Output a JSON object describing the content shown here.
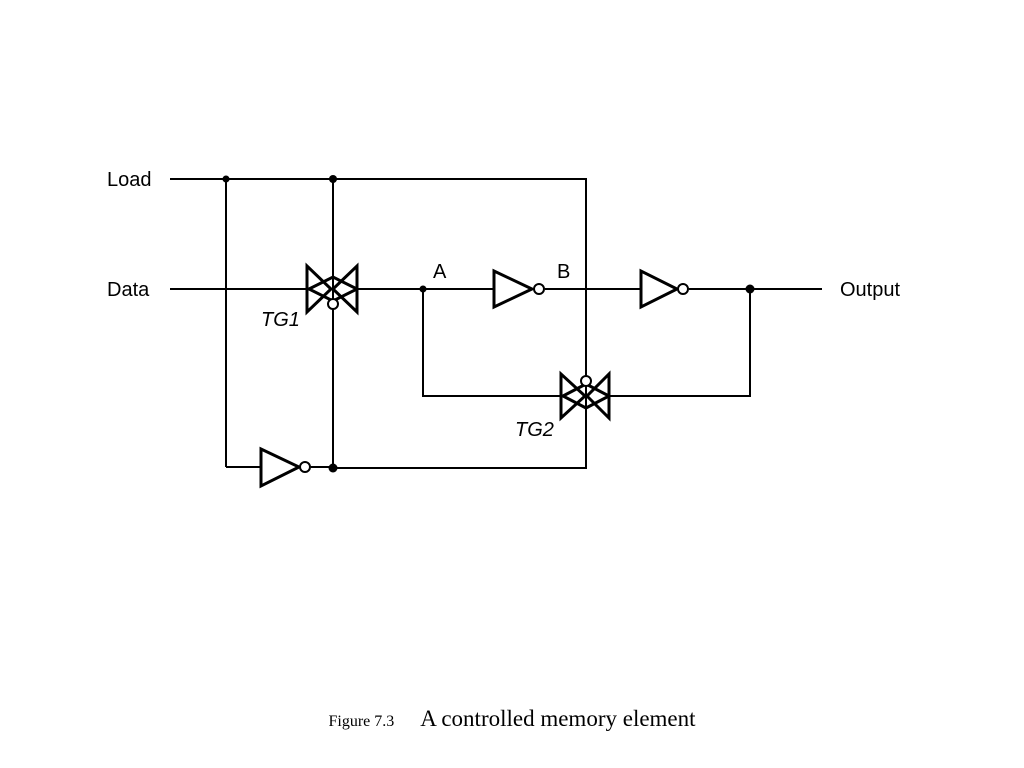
{
  "diagram": {
    "labels": {
      "load": "Load",
      "data": "Data",
      "output": "Output",
      "node_a": "A",
      "node_b": "B",
      "tg1": "TG1",
      "tg2": "TG2"
    },
    "colors": {
      "stroke": "#000000",
      "background": "#ffffff"
    }
  },
  "caption": {
    "figure_number": "Figure 7.3",
    "title": "A controlled memory element"
  }
}
